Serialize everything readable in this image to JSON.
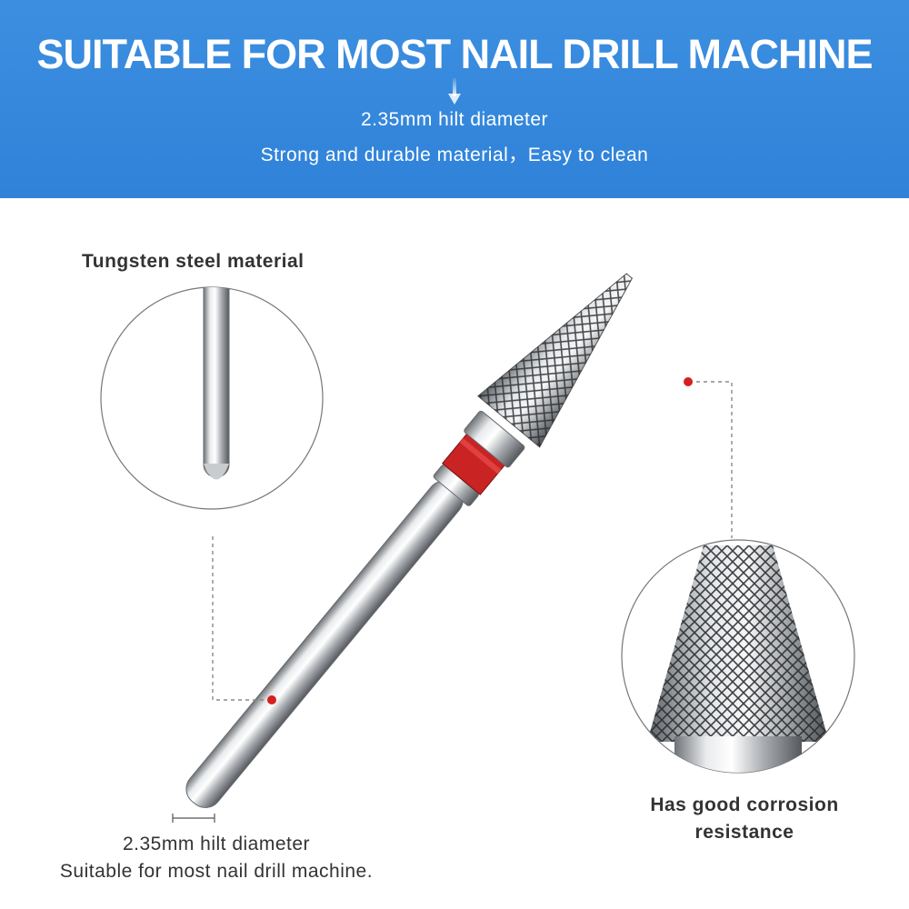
{
  "banner": {
    "title": "SUITABLE FOR MOST NAIL DRILL MACHINE",
    "line1": "2.35mm hilt diameter",
    "line2": "Strong and durable material，Easy to clean",
    "bg_color": "#3286da"
  },
  "callouts": {
    "tungsten": "Tungsten steel material",
    "hilt_diameter": "2.35mm hilt diameter",
    "suitable": "Suitable for most nail drill machine.",
    "corrosion_line1": "Has good corrosion",
    "corrosion_line2": "resistance"
  },
  "colors": {
    "accent_red": "#d62020",
    "steel": "#b9bcc0",
    "text": "#333333"
  },
  "icons": [
    "down-arrow-icon",
    "red-dot-marker"
  ]
}
